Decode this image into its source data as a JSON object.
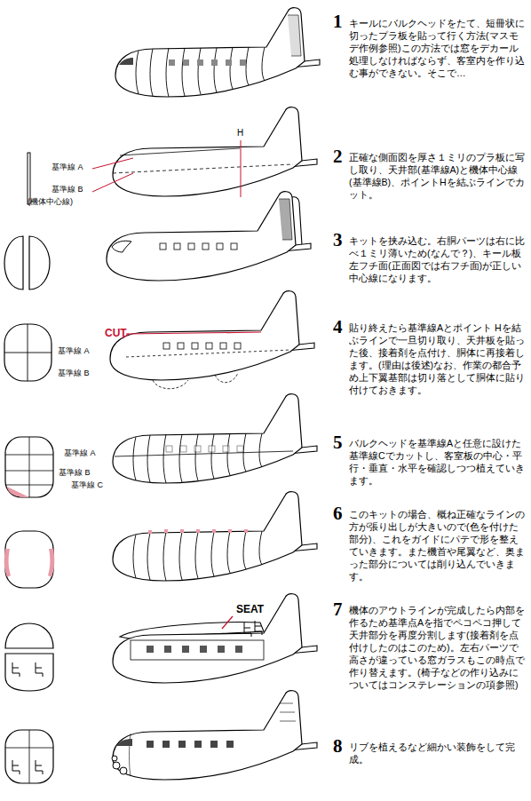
{
  "diagram": {
    "labels": [
      "1",
      "キールにバルクヘッドをたて、短冊状に切ったプラ板を貼って行く方法(マスモデ作例参照)この方法では窓をデカール処理しなければならず、客室内を作り込む事ができない。そこで…",
      "基準線 A",
      "基準線 B",
      "(機体中心線)",
      "H",
      "2",
      "正確な側面図を厚さ１ミリのプラ板に写し取り、天井部(基準線A)と機体中心線(基準線B)、ポイントHを結ぶラインでカット。",
      "3",
      "キットを挟み込む。右胴パーツは右に比べ１ミリ薄いため(なんで？)、キール板左フチ面(正面図では右フチ面)が正しい中心線になります。",
      "CUT",
      "基準線 A",
      "基準線 B",
      "4",
      "貼り終えたら基準線Aとポイント Hを結ぶラインで一旦切り取り、天井板を貼った後、接着剤を点付け、胴体に再接着します。(理由は後述)なお、作業の都合予め上下翼基部は切り落として胴体に貼り付けておきます。",
      "基準線 A",
      "基準線 B",
      "基準線 C",
      "5",
      "バルクヘッドを基準線Aと任意に設けた基準線Cでカットし、客室板の中心・平行・垂直・水平を確認しつつ植えていきます。",
      "6",
      "このキットの場合、概ね正確なラインの方が張り出しが大きいので(色を付けた部分)、これをガイドにパテで形を整えていきます。また機首や尾翼など、奥まった部分については削り込んでいきます。",
      "SEAT",
      "7",
      "機体のアウトラインが完成したら内部を作るため基準点Aを指でペコペコ押して天井部分を再度分割します(接着剤を点付けしたのはこのため)。左右パーツで高さが違っている窓ガラスもこの時点で作り替えます。(椅子などの作り込みについてはコンステレーションの項参照)",
      "8",
      "リブを植えるなど細かい装飾をして完成。"
    ]
  }
}
